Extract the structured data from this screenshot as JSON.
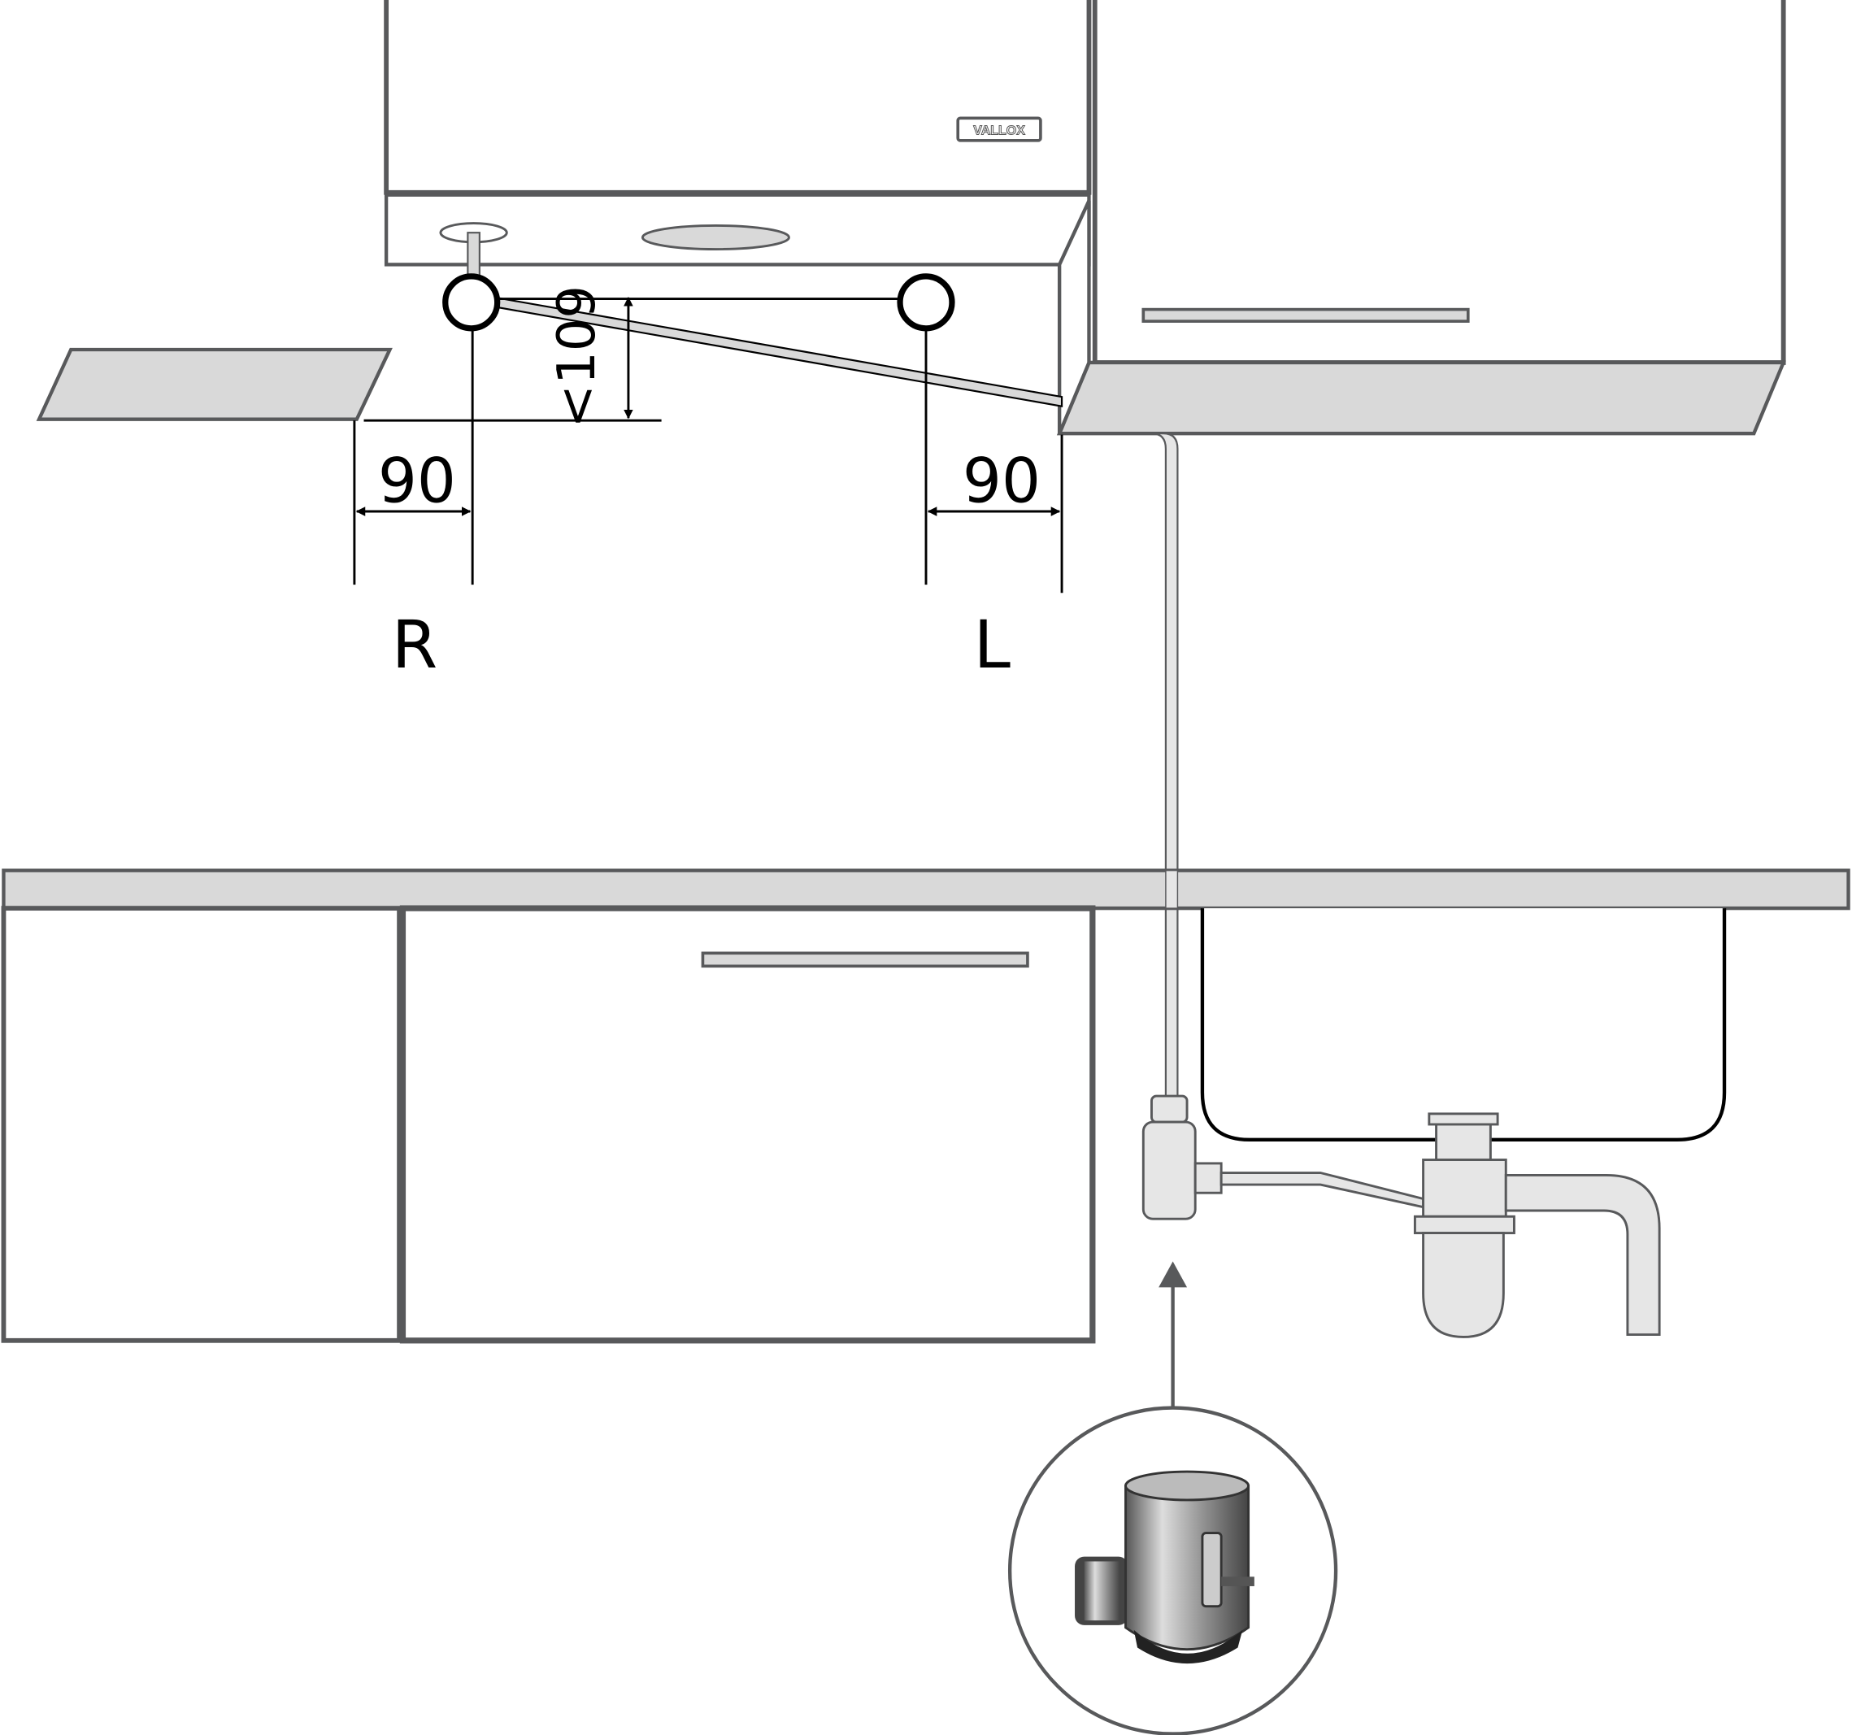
{
  "hood": {
    "logo_text": "VALLOX"
  },
  "dimensions": {
    "right_offset": "90",
    "left_offset": "90",
    "height_limit": "<109"
  },
  "labels": {
    "right": "R",
    "left": "L"
  },
  "colors": {
    "stroke": "#58595b",
    "fill_gray": "#d9d9d9",
    "line": "#000000"
  }
}
